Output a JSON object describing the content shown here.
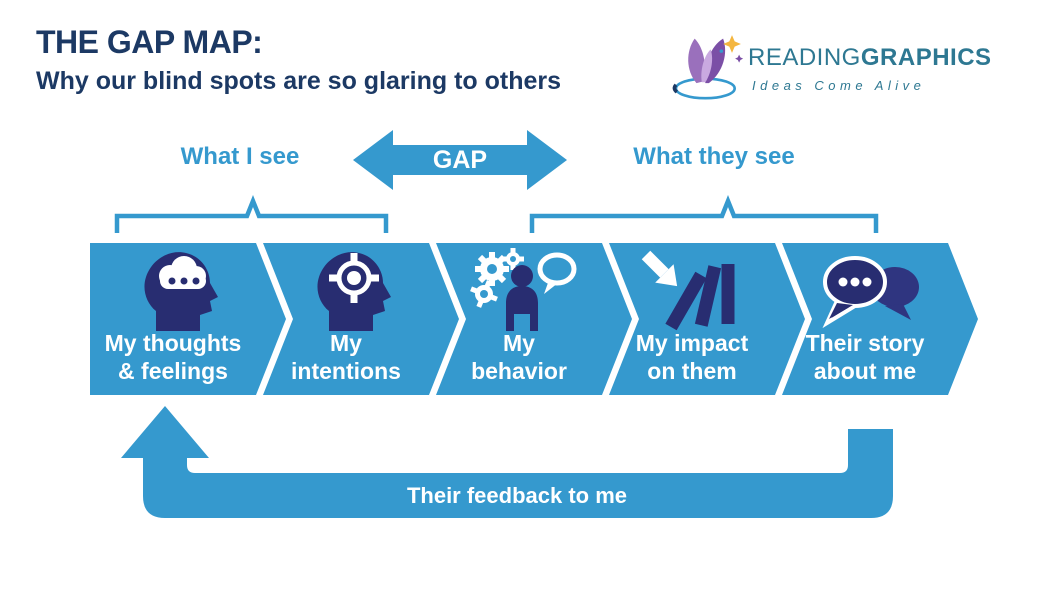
{
  "header": {
    "title": "THE GAP MAP:",
    "subtitle": "Why our blind spots are so glaring to others"
  },
  "logo": {
    "brand_regular": "READING",
    "brand_bold": "GRAPHICS",
    "tagline": "Ideas Come Alive",
    "icon": "book-butterfly-logo-icon"
  },
  "perspective_labels": {
    "left": "What I see",
    "gap": "GAP",
    "right": "What they see"
  },
  "chevrons": [
    {
      "lines": [
        "My thoughts",
        "& feelings"
      ],
      "icon": "head-with-thought-cloud-icon"
    },
    {
      "lines": [
        "My",
        "intentions"
      ],
      "icon": "head-with-target-icon"
    },
    {
      "lines": [
        "My",
        "behavior"
      ],
      "icon": "person-with-gears-and-speech-icon"
    },
    {
      "lines": [
        "My impact",
        "on them"
      ],
      "icon": "falling-dominoes-with-arrow-icon"
    },
    {
      "lines": [
        "Their story",
        "about me"
      ],
      "icon": "overlapping-speech-bubbles-icon"
    }
  ],
  "feedback": {
    "label": "Their feedback to me"
  },
  "colors": {
    "accent_blue": "#3599CE",
    "dark_navy": "#282D71",
    "navy_light": "#2F3580",
    "title_navy": "#1C3964",
    "logo_teal": "#2E7892",
    "star_yellow": "#F4B63F",
    "book_purple": "#7B4FA6",
    "text_white": "#FFFFFF"
  }
}
